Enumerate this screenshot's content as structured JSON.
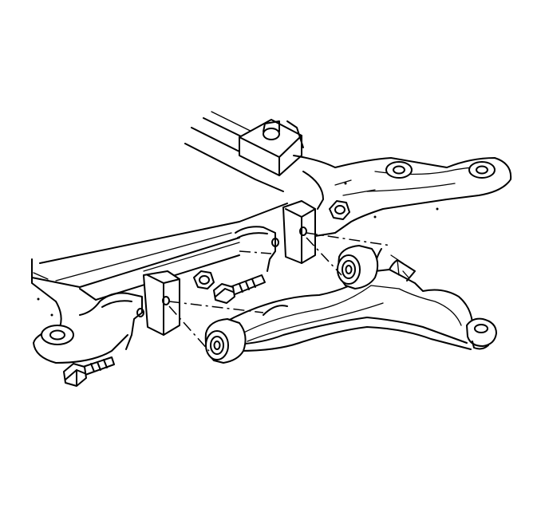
{
  "diagram": {
    "parts": [
      {
        "id": "crossmember",
        "label": ""
      },
      {
        "id": "lower-control-arm",
        "label": ""
      },
      {
        "id": "front-bolt",
        "label": ""
      },
      {
        "id": "rear-bolt",
        "label": ""
      },
      {
        "id": "rear-nut",
        "label": ""
      },
      {
        "id": "front-nut",
        "label": ""
      }
    ],
    "colors": {
      "line": "#000000",
      "background": "#ffffff"
    }
  }
}
